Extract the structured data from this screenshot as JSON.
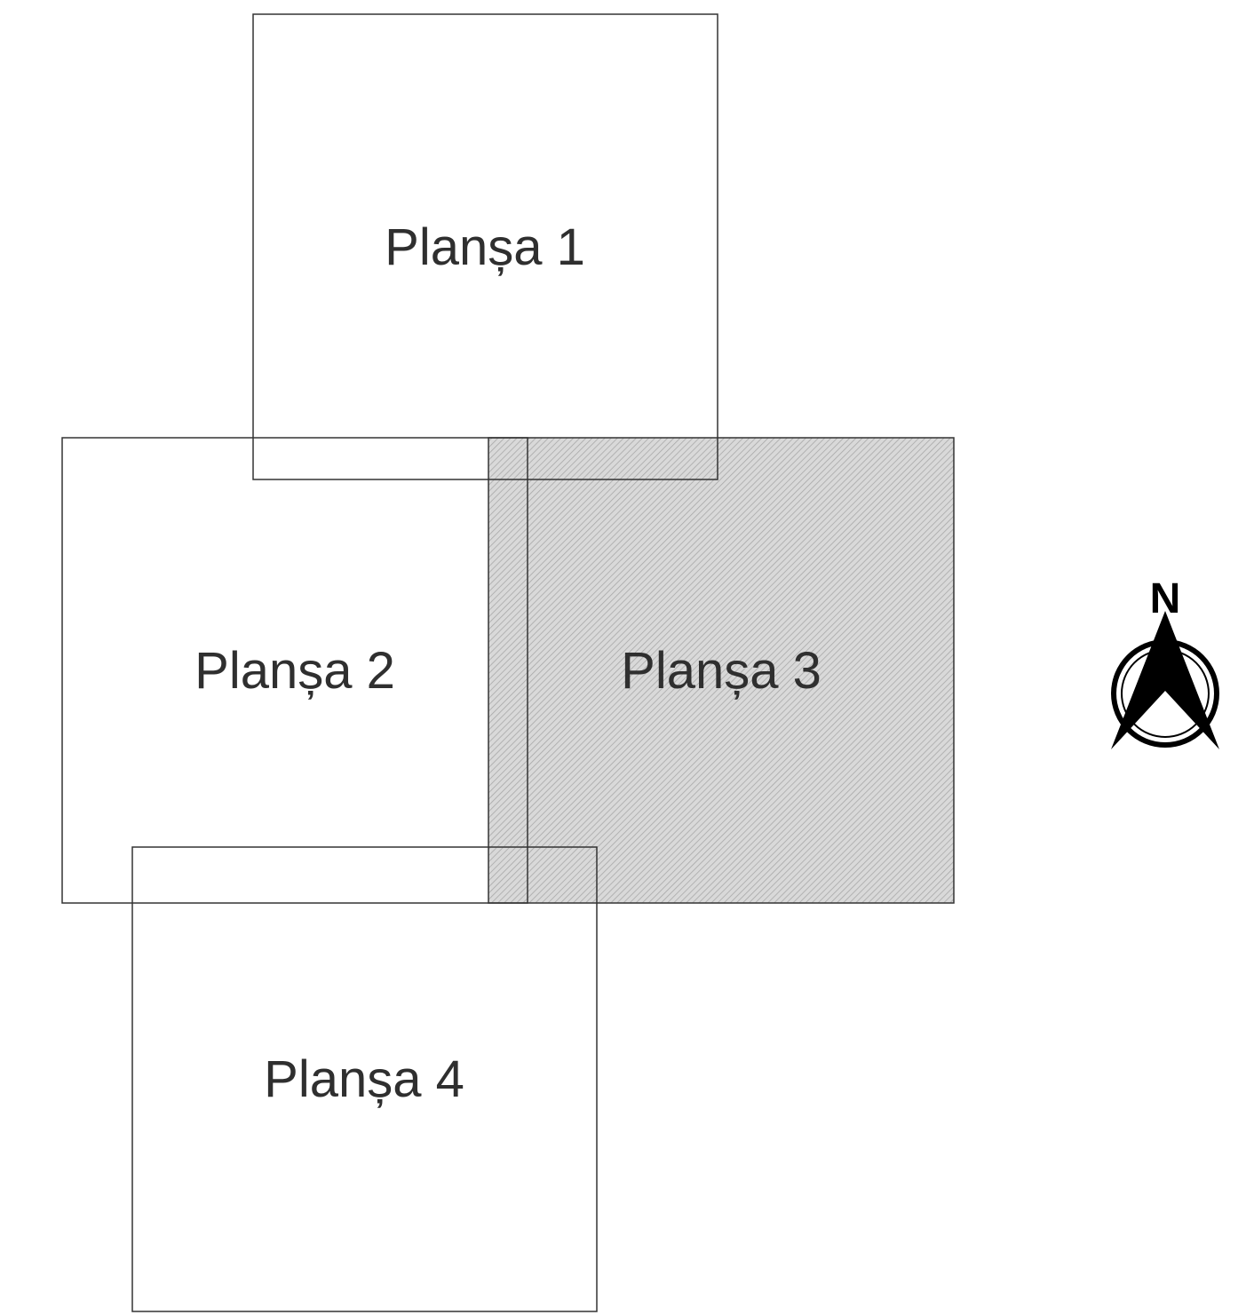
{
  "sheets": [
    {
      "id": "sheet-1",
      "label": "Planșa 1",
      "selected": false
    },
    {
      "id": "sheet-2",
      "label": "Planșa 2",
      "selected": false
    },
    {
      "id": "sheet-3",
      "label": "Planșa 3",
      "selected": true
    },
    {
      "id": "sheet-4",
      "label": "Planșa 4",
      "selected": false
    }
  ],
  "north_arrow": {
    "label": "N",
    "icon": "north-arrow-icon"
  },
  "colors": {
    "outline": "#333333",
    "label": "#2f2f2f",
    "selected_fill": "#d9d9d9",
    "hatch": "#a8a8a8"
  }
}
